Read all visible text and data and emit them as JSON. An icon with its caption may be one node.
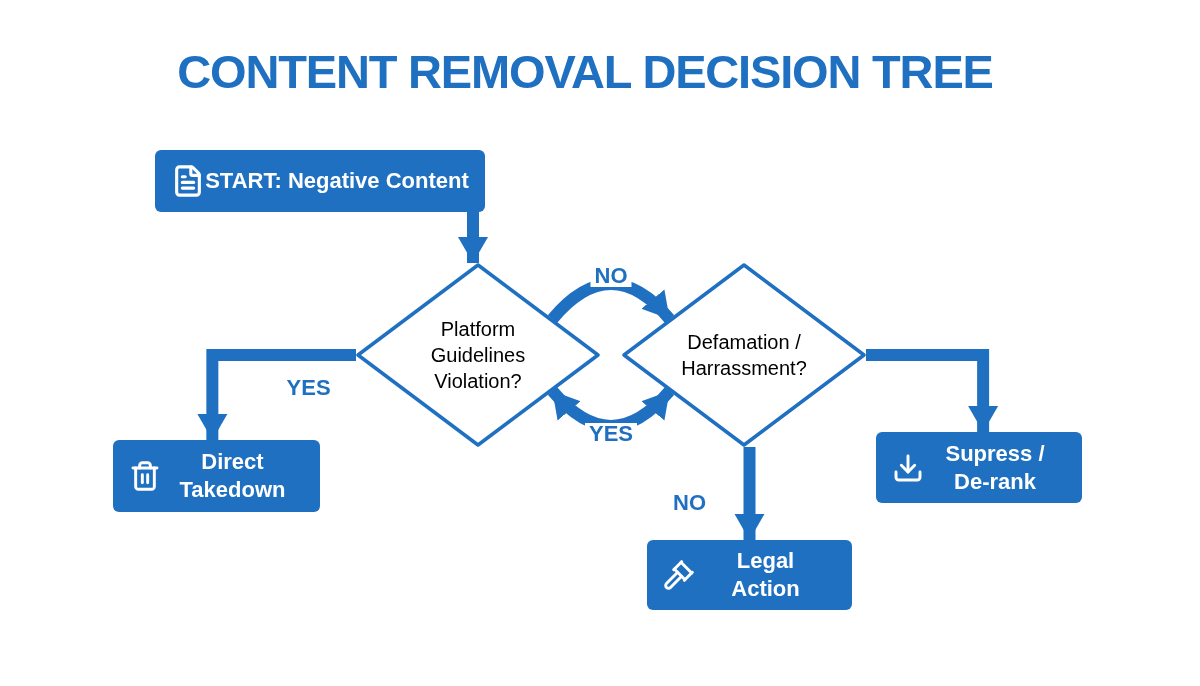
{
  "diagram": {
    "title": "CONTENT REMOVAL DECISION TREE",
    "nodes": [
      {
        "text": [
          "START: Negative Content"
        ]
      },
      {
        "text": [
          "Platform Guidelines Violation?"
        ]
      },
      {
        "text": [
          "Defamation / Harrassment?"
        ]
      },
      {
        "text": [
          "Direct Takedown"
        ]
      },
      {
        "text": [
          "Supress / De-rank"
        ]
      },
      {
        "text": [
          "Legal Action"
        ]
      }
    ],
    "edges": [
      {
        "from": 0,
        "to": 1,
        "arrow": "to"
      },
      {
        "from": 1,
        "to": 2,
        "arrow": "to",
        "label": "NO"
      },
      {
        "from": 2,
        "to": 1,
        "arrow": "both",
        "label": "YES"
      },
      {
        "from": 1,
        "to": 3,
        "arrow": "to",
        "label": "YES"
      },
      {
        "from": 2,
        "to": 4,
        "arrow": "to"
      },
      {
        "from": 2,
        "to": 5,
        "arrow": "to",
        "label": "NO"
      }
    ]
  }
}
